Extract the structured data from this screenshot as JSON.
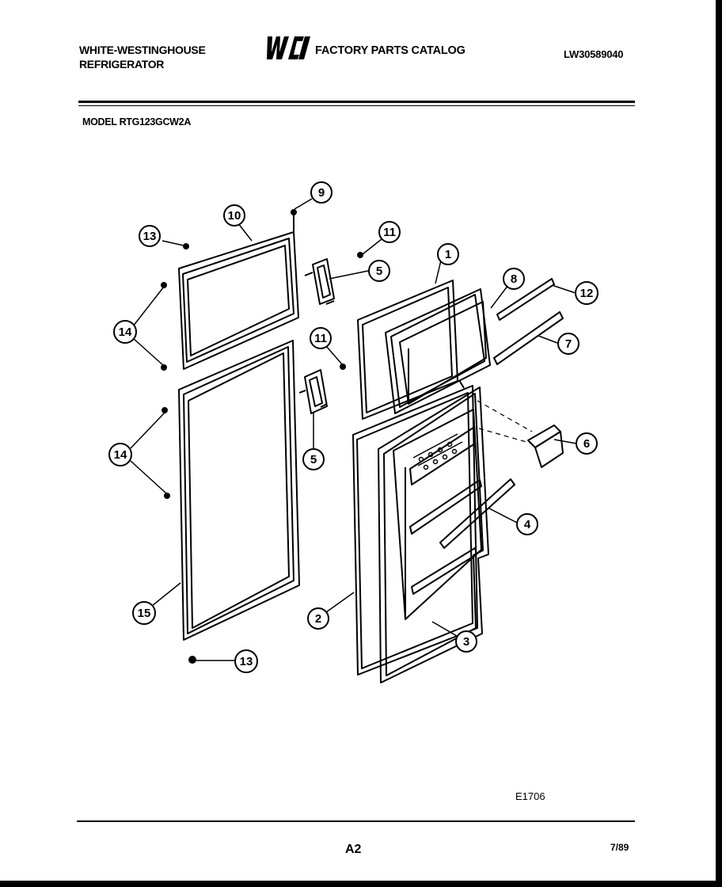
{
  "header": {
    "brand_line1": "WHITE-WESTINGHOUSE",
    "brand_line2": "REFRIGERATOR",
    "logo_text": "WCI",
    "catalog_title": "FACTORY PARTS CATALOG",
    "doc_number": "LW30589040"
  },
  "model_line": "MODEL RTG123GCW2A",
  "callouts": [
    "9",
    "10",
    "13",
    "11",
    "5",
    "1",
    "8",
    "12",
    "14",
    "11",
    "7",
    "6",
    "14",
    "5",
    "4",
    "15",
    "2",
    "3",
    "13"
  ],
  "footer": {
    "figure_code": "E1706",
    "page": "A2",
    "date": "7/89"
  }
}
